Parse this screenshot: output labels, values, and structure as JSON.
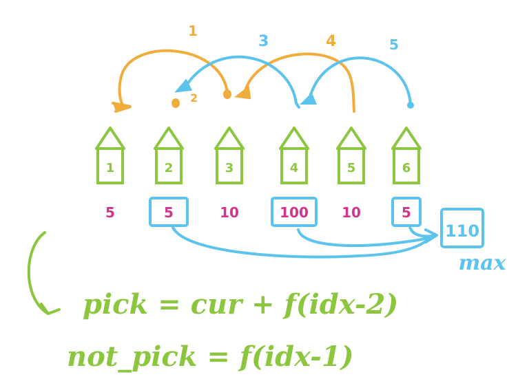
{
  "colors": {
    "green": "#8cc63e",
    "orange": "#f0ad3c",
    "blue": "#5bc3ec",
    "pink": "#d3338a",
    "background": "#ffffff"
  },
  "houses": [
    {
      "label": "1",
      "value": "5",
      "highlighted": false
    },
    {
      "label": "2",
      "value": "5",
      "highlighted": true
    },
    {
      "label": "3",
      "value": "10",
      "highlighted": false
    },
    {
      "label": "4",
      "value": "100",
      "highlighted": true
    },
    {
      "label": "5",
      "value": "10",
      "highlighted": false
    },
    {
      "label": "6",
      "value": "5",
      "highlighted": true
    }
  ],
  "arc_labels": [
    {
      "text": "1",
      "color": "orange"
    },
    {
      "text": "3",
      "color": "blue"
    },
    {
      "text": "4",
      "color": "orange"
    },
    {
      "text": "5",
      "color": "blue"
    }
  ],
  "marker_label": "2",
  "result": {
    "value": "110",
    "caption": "max"
  },
  "formulas": {
    "pick": "pick = cur + f(idx-2)",
    "not_pick": "not_pick = f(idx-1)"
  }
}
